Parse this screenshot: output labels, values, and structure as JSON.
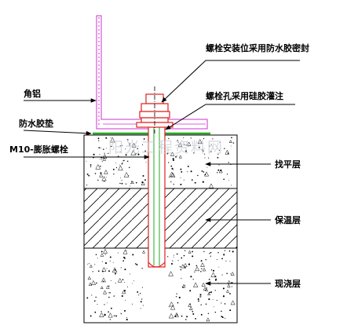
{
  "labels": {
    "sealant_bolt_position": "螺栓安装位采用防水胶密封",
    "bolt_hole_silicone": "螺栓孔采用硅胶灌注",
    "angle_aluminum": "角铝",
    "waterproof_pad": "防水胶垫",
    "expansion_bolt": "M10-膨胀螺栓",
    "leveling_layer": "找平层",
    "insulation_layer": "保温层",
    "cast_in_place_layer": "现浇层"
  },
  "watermark": "阳光工程资料网",
  "colors": {
    "aluminum": "#cc33cc",
    "bolt_red": "#e02020",
    "green": "#22aa22",
    "line": "#000000",
    "watermark": "#c9cfd6"
  }
}
